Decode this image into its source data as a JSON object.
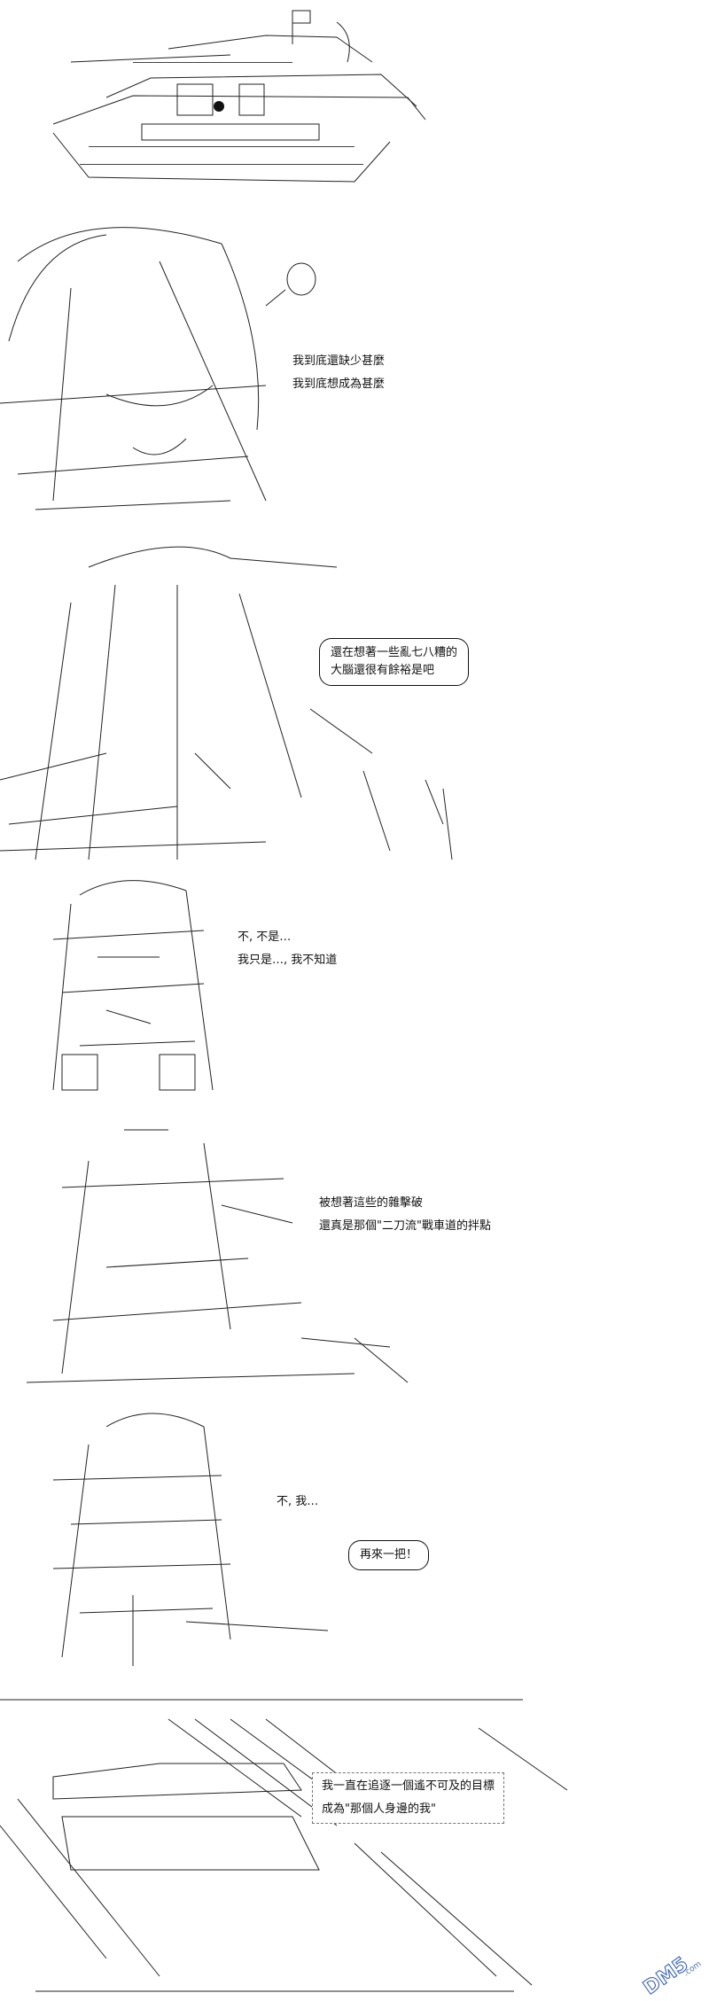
{
  "panels": [
    {
      "lines": []
    },
    {
      "lines": [
        "我到底還缺少甚麼",
        "我到底想成為甚麼"
      ]
    },
    {
      "bubble": [
        "還在想著一些亂七八糟的",
        "大腦還很有餘裕是吧"
      ]
    },
    {
      "lines": [
        "不, 不是…",
        "我只是…, 我不知道"
      ]
    },
    {
      "lines": [
        "被想著這些的雜擊破",
        "還真是那個\"二刀流\"戰車道的拌點"
      ]
    },
    {
      "lines": [
        "不, 我…"
      ],
      "bubble": [
        "再來一把！"
      ]
    },
    {
      "box": [
        "我一直在追逐一個遙不可及的目標",
        "成為\"那個人身邊的我\""
      ]
    }
  ],
  "watermark": {
    "text": "DM5",
    "suffix": ".com",
    "icon": "dm5-logo-icon"
  }
}
